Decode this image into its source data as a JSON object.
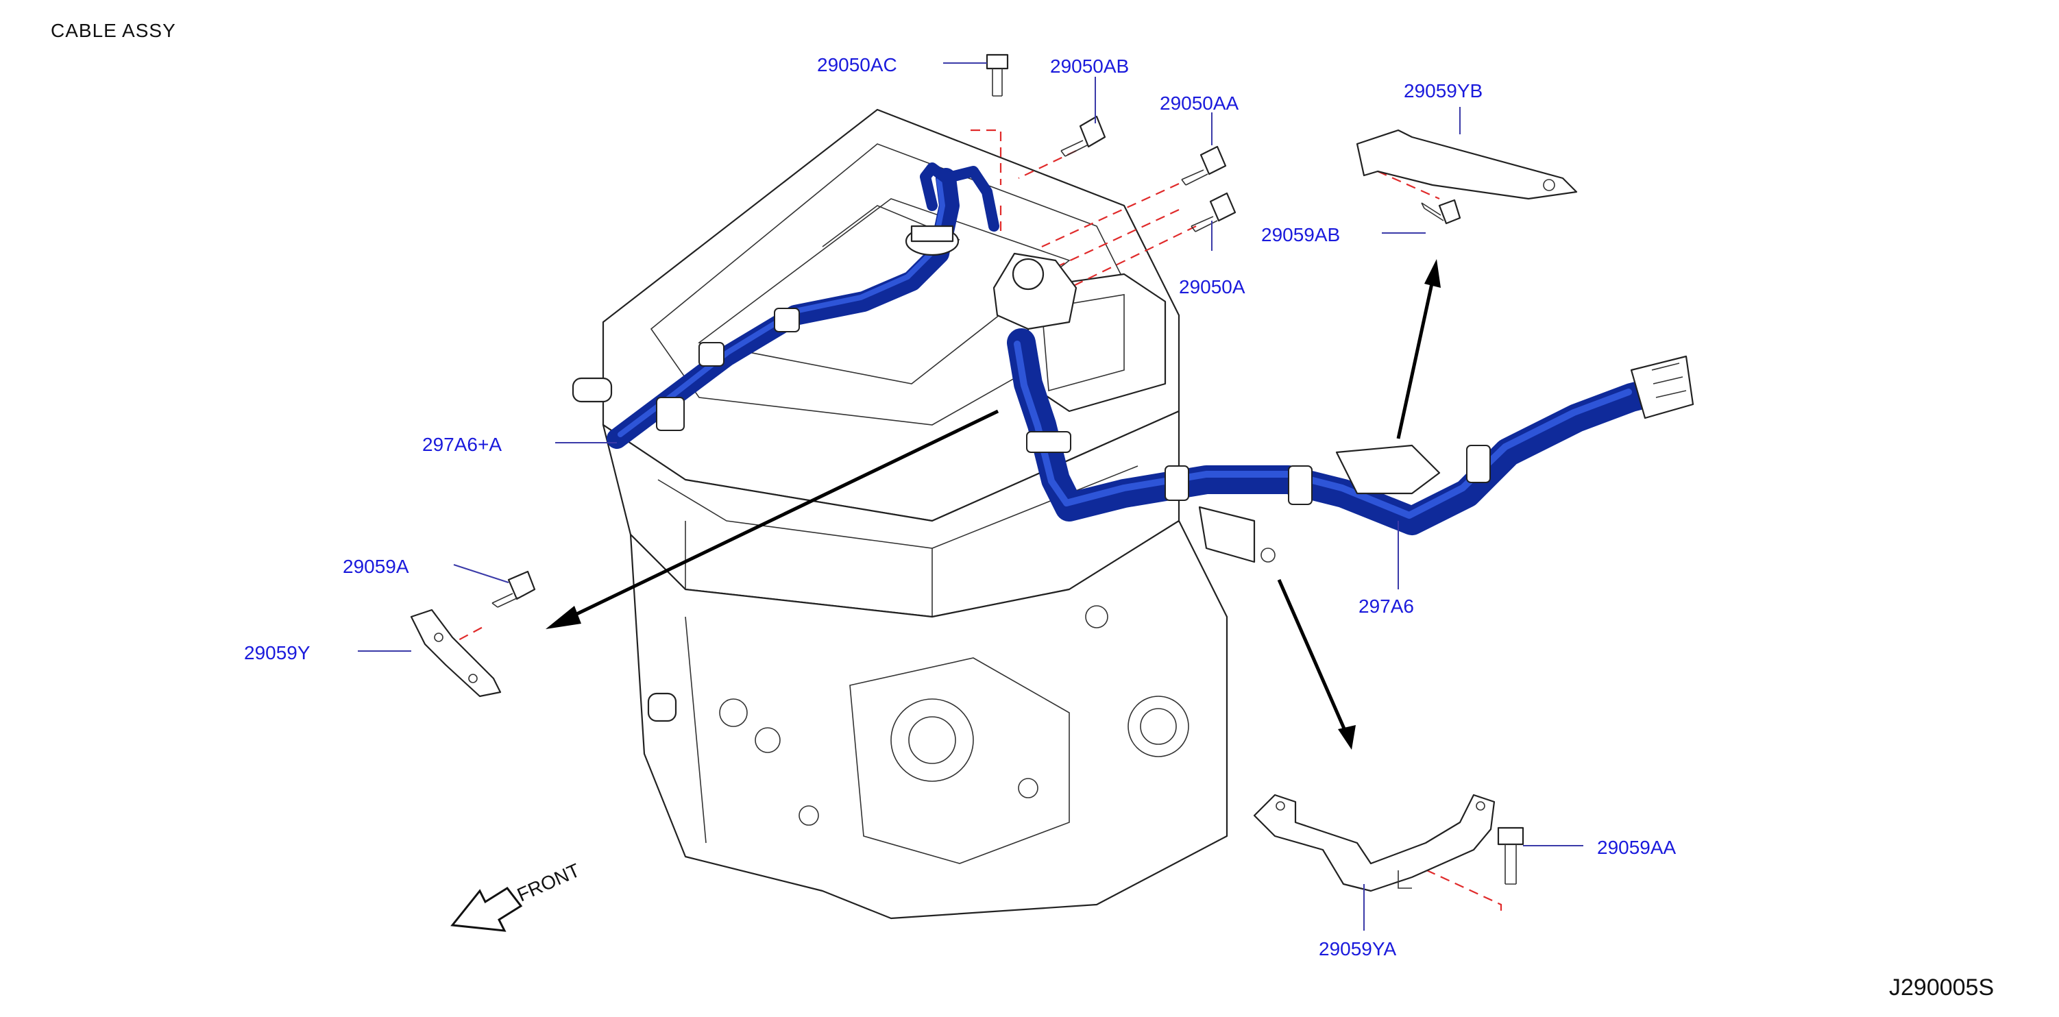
{
  "header": {
    "title": "CABLE   ASSY"
  },
  "footer": {
    "reference": "J290005S"
  },
  "orientation": {
    "front_label": "FRONT"
  },
  "parts": {
    "bolt_top_left": "29050AC",
    "bolt_top_mid": "29050AB",
    "bolt_top_right": "29050AA",
    "bolt_lower": "29050A",
    "bracket_upper_right": "29059YB",
    "bracket_upper_right_bolt": "29059AB",
    "cable_front": "297A6+A",
    "cable_main": "297A6",
    "left_bolt": "29059A",
    "left_bracket": "29059Y",
    "lower_bracket_bolt": "29059AA",
    "lower_bracket": "29059YA"
  },
  "colors": {
    "cable": "#0f2a9a",
    "label": "#1a1adc",
    "dashed_guide": "#e02a2a"
  }
}
